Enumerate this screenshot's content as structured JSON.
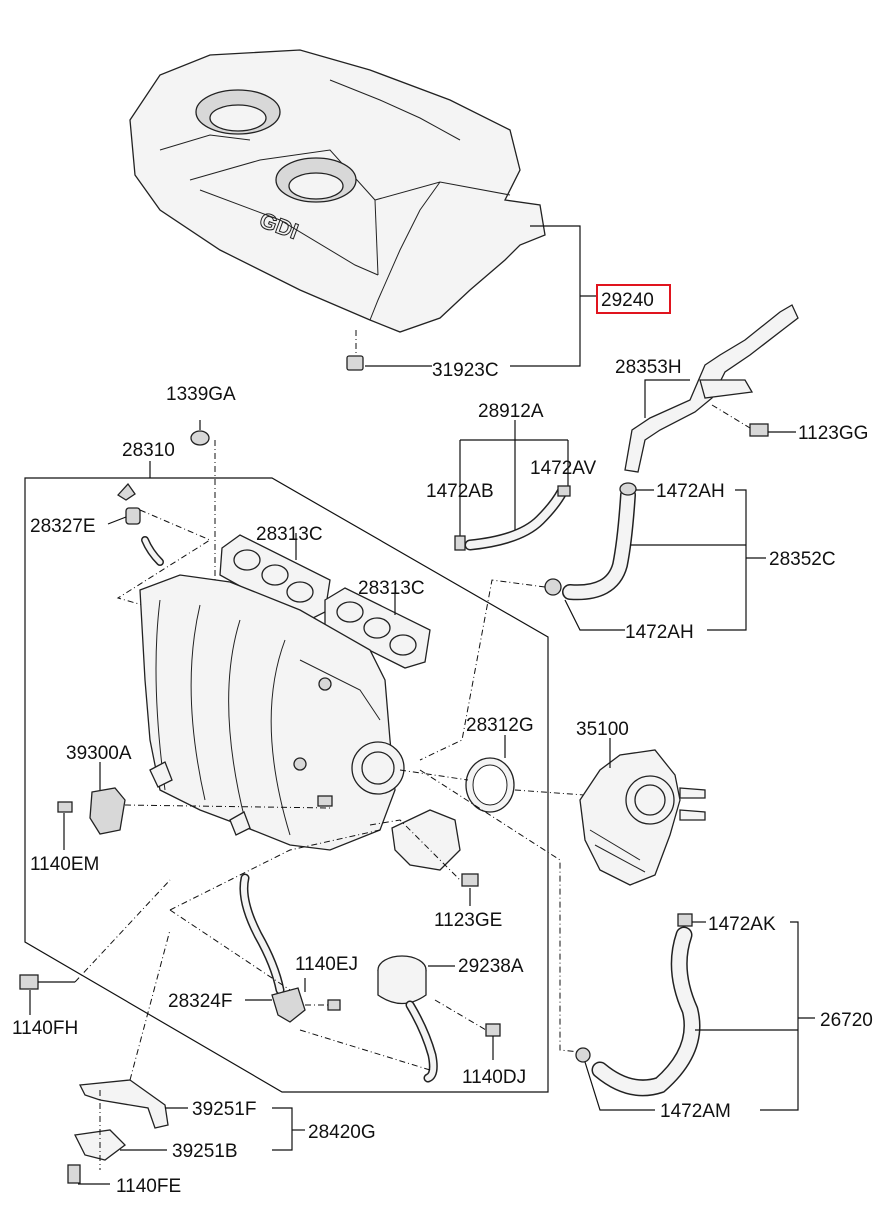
{
  "logo_text": "GDI",
  "highlighted_part": "29240",
  "labels": {
    "p29240": "29240",
    "p31923C": "31923C",
    "p28353H": "28353H",
    "p1123GG": "1123GG",
    "p1339GA": "1339GA",
    "p28912A": "28912A",
    "p28310": "28310",
    "p1472AV": "1472AV",
    "p1472AB": "1472AB",
    "p1472AH_top": "1472AH",
    "p28327E": "28327E",
    "p28313C_a": "28313C",
    "p28352C": "28352C",
    "p28313C_b": "28313C",
    "p1472AH_bot": "1472AH",
    "p28312G": "28312G",
    "p35100": "35100",
    "p39300A": "39300A",
    "p1140EM": "1140EM",
    "p1123GE": "1123GE",
    "p1472AK": "1472AK",
    "p1140EJ": "1140EJ",
    "p29238A": "29238A",
    "p28324F": "28324F",
    "p26720": "26720",
    "p1140FH": "1140FH",
    "p1140DJ": "1140DJ",
    "p39251F": "39251F",
    "p28420G": "28420G",
    "p1472AM": "1472AM",
    "p39251B": "39251B",
    "p1140FE": "1140FE"
  }
}
